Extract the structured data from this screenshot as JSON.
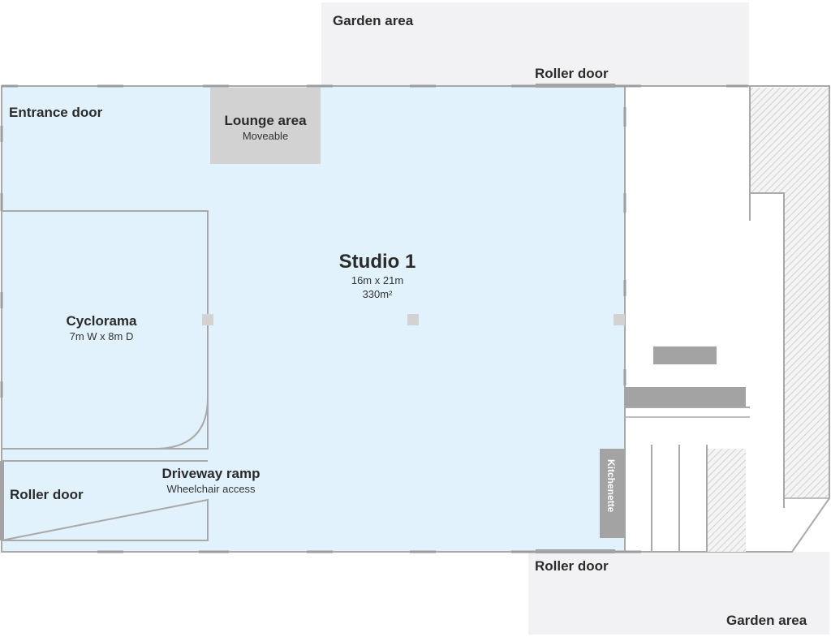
{
  "labels": {
    "garden_top": "Garden area",
    "garden_bottom": "Garden area",
    "roller_door_top": "Roller door",
    "roller_door_bottom": "Roller door",
    "roller_door_left": "Roller door",
    "entrance_door": "Entrance door",
    "lounge_title": "Lounge area",
    "lounge_sub": "Moveable",
    "studio_title": "Studio 1",
    "studio_dims": "16m x 21m",
    "studio_area": "330m²",
    "cyclorama_title": "Cyclorama",
    "cyclorama_dims": "7m W x 8m D",
    "ramp_title": "Driveway ramp",
    "ramp_sub": "Wheelchair access",
    "kitchenette": "Kitchenette"
  },
  "colors": {
    "studio_fill": "#e1f2fc",
    "garden_fill": "#f2f2f4",
    "wall": "#a9a9a9",
    "lounge_fill": "#d2d2d2",
    "furniture": "#a3a3a3"
  }
}
